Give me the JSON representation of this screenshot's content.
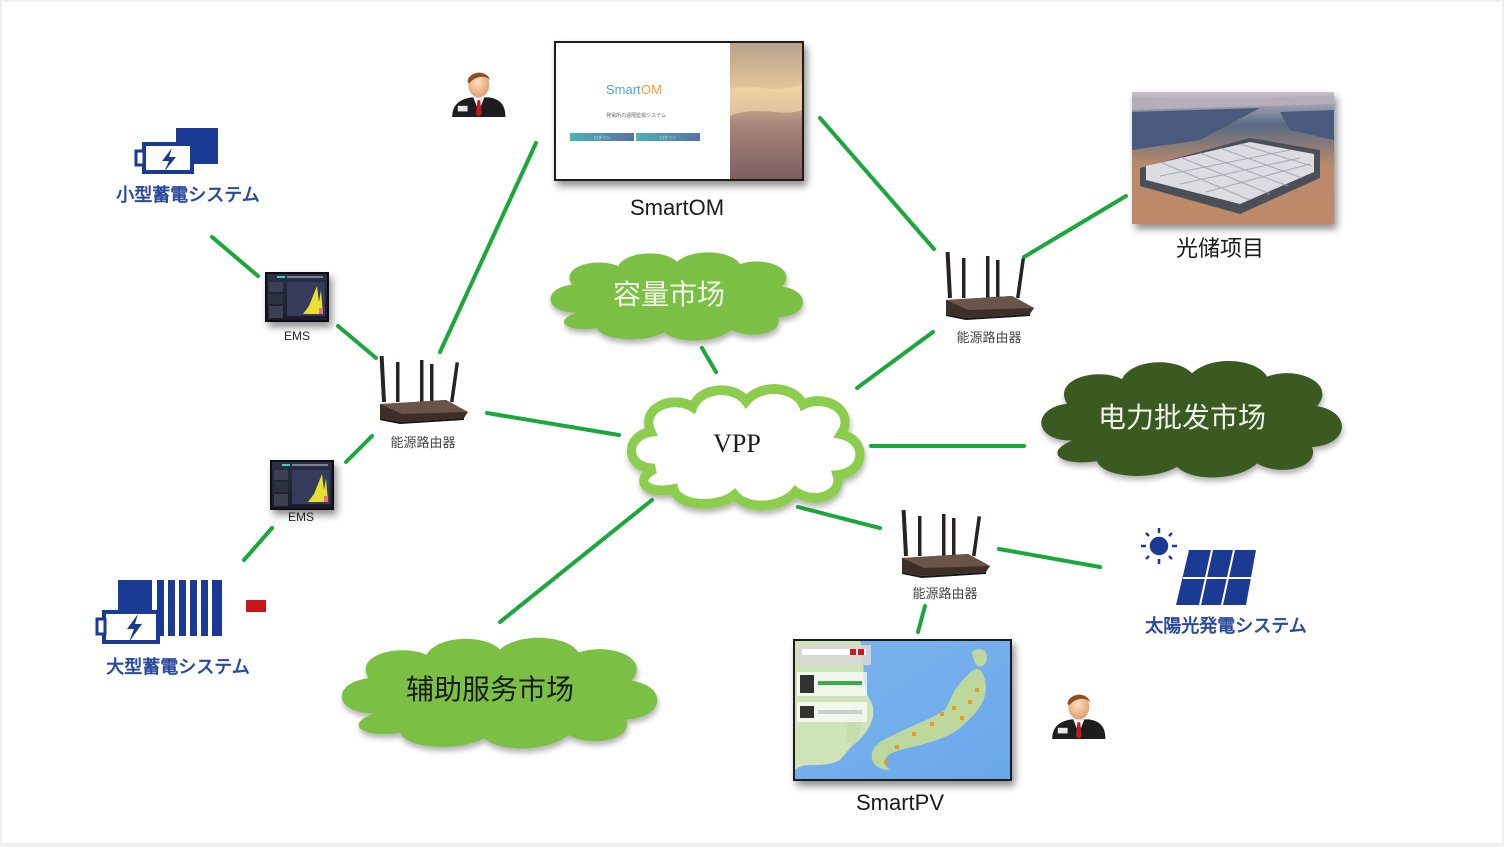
{
  "diagram": {
    "colors": {
      "link": "#1aa83c",
      "cloud_light": "#7cbf45",
      "cloud_dark": "#3a5a23",
      "cloud_vpp_outline": "#8ccd4e",
      "brand_blue": "#1a3a94",
      "battery_red": "#c8141c",
      "router_body": "#3b2f28"
    },
    "nodes": {
      "vpp": {
        "label": "VPP"
      },
      "capacity_market": {
        "label": "容量市场"
      },
      "wholesale_market": {
        "label": "电力批发市场"
      },
      "ancillary_market": {
        "label": "辅助服务市场"
      },
      "smartom": {
        "label": "SmartOM",
        "screen": {
          "logo_text": "Smart",
          "logo_accent": "OM",
          "subtitle": "発電所の遠隔監視システム",
          "button_1": "ログイン",
          "button_2": "ログイン"
        }
      },
      "smartpv": {
        "label": "SmartPV"
      },
      "pv_storage_project": {
        "label": "光储项目"
      },
      "small_storage": {
        "label": "小型蓄電システム"
      },
      "large_storage": {
        "label": "大型蓄電システム"
      },
      "solar_system": {
        "label": "太陽光発電システム"
      },
      "ems_top": {
        "label": "EMS"
      },
      "ems_bottom": {
        "label": "EMS"
      },
      "router_left": {
        "label": "能源路由器"
      },
      "router_top_right": {
        "label": "能源路由器"
      },
      "router_bottom_right": {
        "label": "能源路由器"
      }
    }
  }
}
